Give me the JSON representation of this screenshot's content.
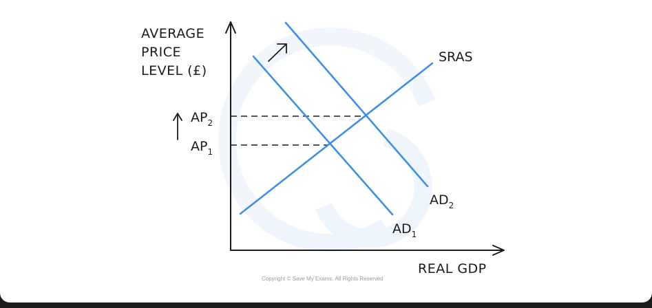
{
  "diagram": {
    "y_axis_label": [
      "AVERAGE",
      "PRICE",
      "LEVEL (£)"
    ],
    "x_axis_label": "REAL  GDP",
    "price_levels": [
      {
        "base": "AP",
        "sub": "1"
      },
      {
        "base": "AP",
        "sub": "2"
      }
    ],
    "curves": {
      "sras": "SRAS",
      "ad1": {
        "base": "AD",
        "sub": "1"
      },
      "ad2": {
        "base": "AD",
        "sub": "2"
      }
    },
    "copyright": "Copyright © Save My Exams. All Rights Reserved"
  },
  "colors": {
    "curve": "#3f8fdf",
    "axis": "#1a1a1a",
    "watermark": "#eef5fc"
  }
}
